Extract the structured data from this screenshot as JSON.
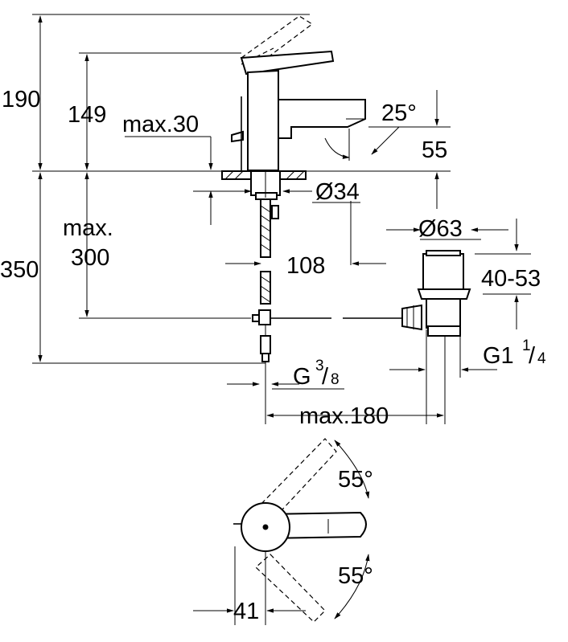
{
  "dimensions": {
    "d190": "190",
    "d149": "149",
    "max30": "max.30",
    "d25deg": "25°",
    "d55": "55",
    "d34": "Ø34",
    "max_line1": "max.",
    "max_line2": "300",
    "d350": "350",
    "d108": "108",
    "d63": "Ø63",
    "d40_53": "40-53",
    "g_three_eighths": {
      "prefix": "G",
      "num": "3",
      "den": "8"
    },
    "g_one_quarter": {
      "prefix": "G1",
      "num": "1",
      "den": "4"
    },
    "max180": "max.180",
    "top_55deg": "55°",
    "bottom_55deg": "55°",
    "d41": "41"
  }
}
